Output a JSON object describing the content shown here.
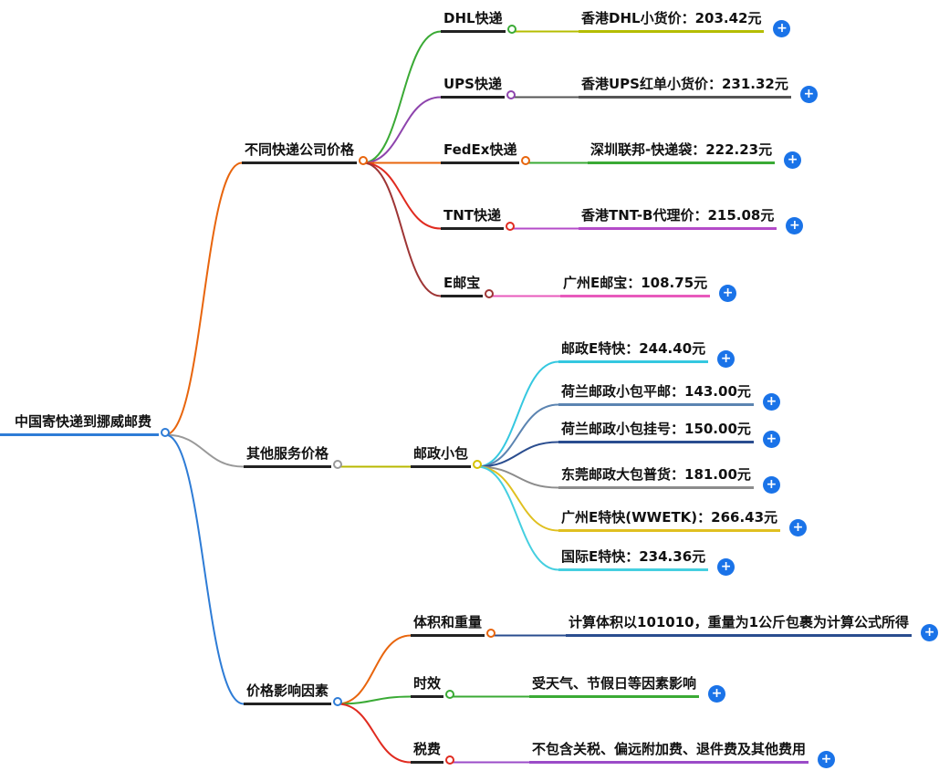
{
  "title": "中国寄快递到挪威邮费",
  "plus_label": "+",
  "colors": {
    "background": "#ffffff",
    "text": "#111111",
    "plus_button": "#1a73e8",
    "root_accent": "#2e7cd6"
  },
  "nodes": [
    {
      "id": "root",
      "label": "中国寄快递到挪威邮费",
      "underline": "#2e7cd6",
      "dot": "#2e7cd6"
    },
    {
      "id": "courier-prices",
      "parent": "root",
      "label": "不同快递公司价格",
      "underline": "#222222",
      "dot": "#e8650d",
      "edge": "#e8650d"
    },
    {
      "id": "dhl",
      "parent": "courier-prices",
      "label": "DHL快递",
      "underline": "#222222",
      "dot": "#3aaa35",
      "edge": "#3aaa35"
    },
    {
      "id": "dhl-price",
      "parent": "dhl",
      "label": "香港DHL小货价：203.42元",
      "underline": "#b5bd00",
      "edge": "#b5bd00",
      "plus": true
    },
    {
      "id": "ups",
      "parent": "courier-prices",
      "label": "UPS快递",
      "underline": "#222222",
      "dot": "#8e44ad",
      "edge": "#8e44ad"
    },
    {
      "id": "ups-price",
      "parent": "ups",
      "label": "香港UPS红单小货价：231.32元",
      "underline": "#555555",
      "edge": "#555555",
      "plus": true
    },
    {
      "id": "fedex",
      "parent": "courier-prices",
      "label": "FedEx快递",
      "underline": "#222222",
      "dot": "#e8650d",
      "edge": "#e8650d"
    },
    {
      "id": "fedex-price",
      "parent": "fedex",
      "label": "深圳联邦-快递袋：222.23元",
      "underline": "#3aaa35",
      "edge": "#3aaa35",
      "plus": true
    },
    {
      "id": "tnt",
      "parent": "courier-prices",
      "label": "TNT快递",
      "underline": "#222222",
      "dot": "#e02b20",
      "edge": "#e02b20"
    },
    {
      "id": "tnt-price",
      "parent": "tnt",
      "label": "香港TNT-B代理价：215.08元",
      "underline": "#b44bc8",
      "edge": "#b44bc8",
      "plus": true
    },
    {
      "id": "epacket",
      "parent": "courier-prices",
      "label": "E邮宝",
      "underline": "#222222",
      "dot": "#9e3535",
      "edge": "#9e3535"
    },
    {
      "id": "epacket-price",
      "parent": "epacket",
      "label": "广州E邮宝：108.75元",
      "underline": "#e85abc",
      "edge": "#e85abc",
      "plus": true
    },
    {
      "id": "other-services",
      "parent": "root",
      "label": "其他服务价格",
      "underline": "#222222",
      "dot": "#999999",
      "edge": "#999999"
    },
    {
      "id": "postal-parcel",
      "parent": "other-services",
      "label": "邮政小包",
      "underline": "#222222",
      "dot": "#d4c200",
      "edge": "#b8b800"
    },
    {
      "id": "postal-eexpress-price",
      "parent": "postal-parcel",
      "label": "邮政E特快：244.40元",
      "underline": "#35c8e0",
      "edge": "#35c8e0",
      "plus": true
    },
    {
      "id": "nl-surface-price",
      "parent": "postal-parcel",
      "label": "荷兰邮政小包平邮：143.00元",
      "underline": "#5b84b1",
      "edge": "#5b84b1",
      "plus": true
    },
    {
      "id": "nl-registered-price",
      "parent": "postal-parcel",
      "label": "荷兰邮政小包挂号：150.00元",
      "underline": "#2a4d8f",
      "edge": "#2a4d8f",
      "plus": true
    },
    {
      "id": "dongguan-price",
      "parent": "postal-parcel",
      "label": "东莞邮政大包普货：181.00元",
      "underline": "#8c8c8c",
      "edge": "#8c8c8c",
      "plus": true
    },
    {
      "id": "gz-eexpress-price",
      "parent": "postal-parcel",
      "label": "广州E特快(WWETK)：266.43元",
      "underline": "#e0c020",
      "edge": "#e0c020",
      "plus": true
    },
    {
      "id": "intl-eexpress-price",
      "parent": "postal-parcel",
      "label": "国际E特快：234.36元",
      "underline": "#45cfe0",
      "edge": "#45cfe0",
      "plus": true
    },
    {
      "id": "price-factors",
      "parent": "root",
      "label": "价格影响因素",
      "underline": "#222222",
      "dot": "#2e7cd6",
      "edge": "#2e7cd6"
    },
    {
      "id": "volume-weight",
      "parent": "price-factors",
      "label": "体积和重量",
      "underline": "#222222",
      "dot": "#e8650d",
      "edge": "#e8650d"
    },
    {
      "id": "volume-weight-note",
      "parent": "volume-weight",
      "label": "计算体积以101010，重量为1公斤包裹为计算公式所得",
      "underline": "#2a4d8f",
      "edge": "#2a4d8f",
      "plus": true
    },
    {
      "id": "timeliness",
      "parent": "price-factors",
      "label": "时效",
      "underline": "#222222",
      "dot": "#3aaa35",
      "edge": "#3aaa35"
    },
    {
      "id": "timeliness-note",
      "parent": "timeliness",
      "label": "受天气、节假日等因素影响",
      "underline": "#3aaa35",
      "edge": "#3aaa35",
      "plus": true
    },
    {
      "id": "taxes",
      "parent": "price-factors",
      "label": "税费",
      "underline": "#222222",
      "dot": "#e02b20",
      "edge": "#e02b20"
    },
    {
      "id": "taxes-note",
      "parent": "taxes",
      "label": "不包含关税、偏远附加费、退件费及其他费用",
      "underline": "#9b4bc8",
      "edge": "#9b4bc8",
      "plus": true
    }
  ]
}
